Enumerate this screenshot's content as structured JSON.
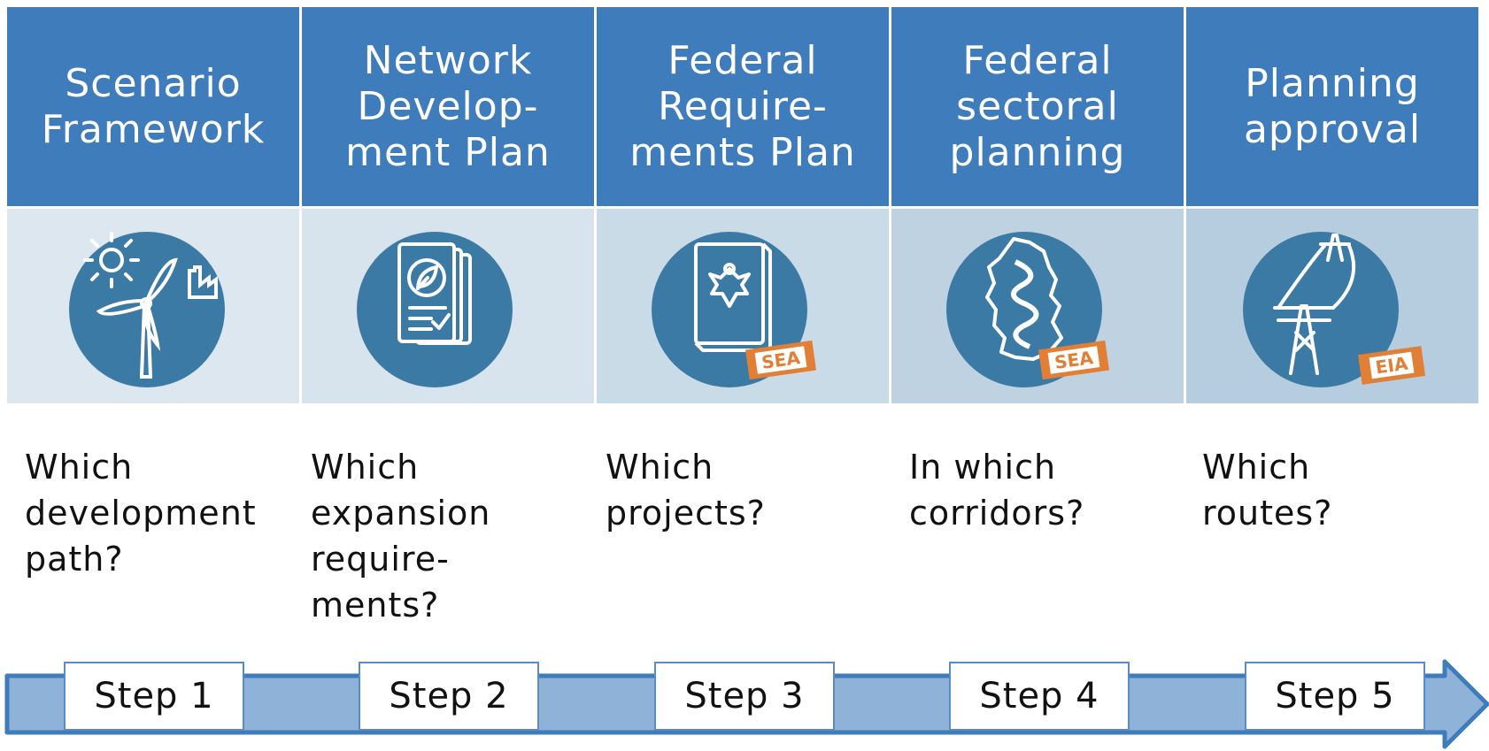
{
  "stages": [
    {
      "title": "Scenario\nFramework",
      "question": "Which\ndevelopment\npath?",
      "step": "Step 1",
      "icon": "wind-turbine-sun-factory-icon",
      "badge": ""
    },
    {
      "title": "Network\nDevelop-\nment Plan",
      "question": "Which\nexpansion\nrequire-\nments?",
      "step": "Step 2",
      "icon": "document-leaf-checklist-icon",
      "badge": ""
    },
    {
      "title": "Federal\nRequire-\nments Plan",
      "question": "Which\nprojects?",
      "step": "Step 3",
      "icon": "federal-law-book-eagle-icon",
      "badge": "SEA"
    },
    {
      "title": "Federal\nsectoral\nplanning",
      "question": "In which\ncorridors?",
      "step": "Step 4",
      "icon": "germany-map-corridor-icon",
      "badge": "SEA"
    },
    {
      "title": "Planning\napproval",
      "question": "Which\nroutes?",
      "step": "Step 5",
      "icon": "power-pylon-route-icon",
      "badge": "EIA"
    }
  ],
  "colors": {
    "header": "#3f7cbb",
    "circle": "#3c7aa6",
    "badge": "#e07f35",
    "arrow_fill": "#8fb2d9",
    "arrow_stroke": "#3f7cbb"
  }
}
